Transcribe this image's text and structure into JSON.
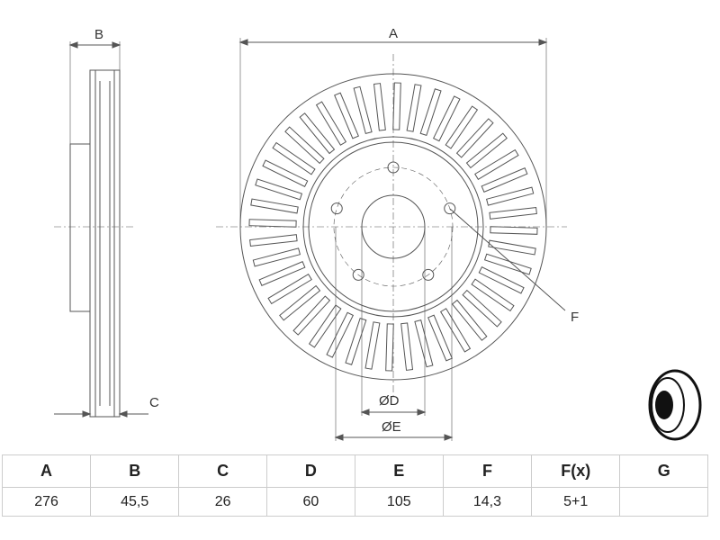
{
  "labels": {
    "A": "A",
    "B": "B",
    "C": "C",
    "D": "ØD",
    "E": "ØE",
    "F": "F"
  },
  "table": {
    "headers": [
      "A",
      "B",
      "C",
      "D",
      "E",
      "F",
      "F(x)",
      "G"
    ],
    "values": [
      "276",
      "45,5",
      "26",
      "60",
      "105",
      "14,3",
      "5+1",
      ""
    ]
  },
  "disc": {
    "bolt_holes": 5,
    "vent_slots": 44
  }
}
